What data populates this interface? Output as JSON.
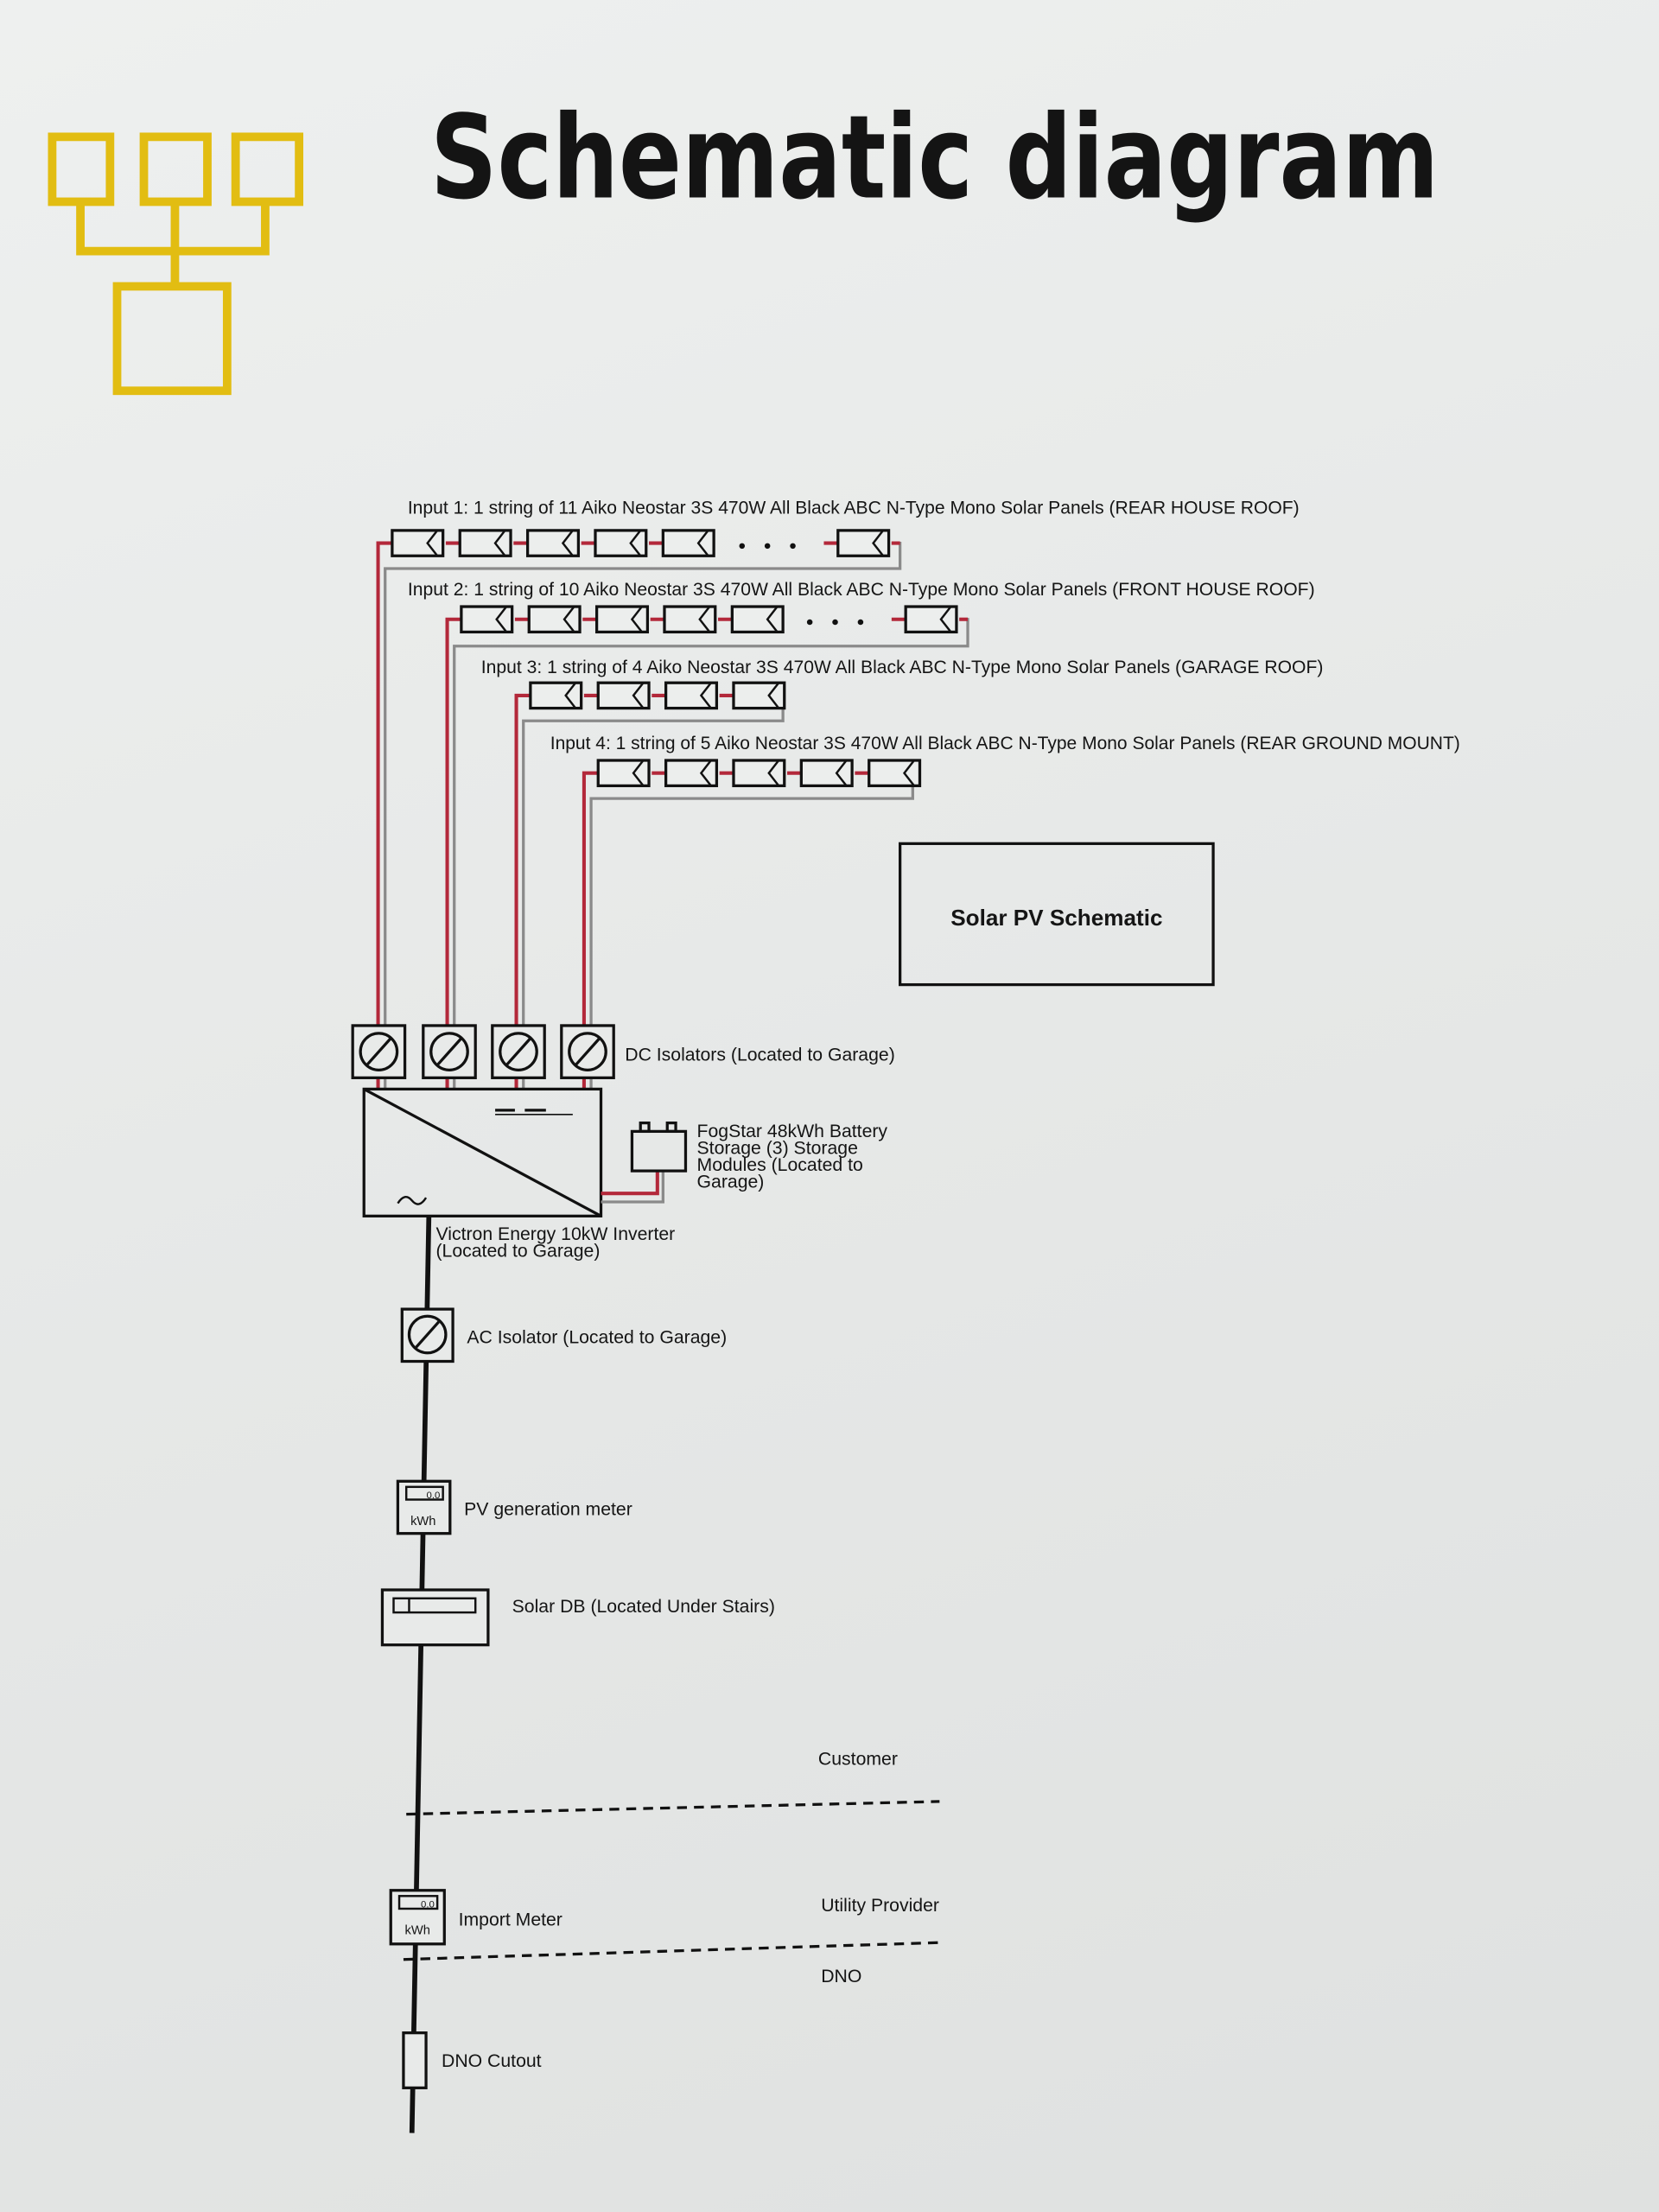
{
  "title": "Schematic diagram",
  "colors": {
    "logo": "#e2bd12",
    "positive": "#b3283a",
    "negative": "#8a8a8a",
    "line": "#111111"
  },
  "strings": [
    {
      "label": "Input 1: 1 string of 11 Aiko Neostar 3S 470W All Black ABC N-Type Mono Solar Panels (REAR HOUSE ROOF)",
      "panel_count": 11
    },
    {
      "label": "Input 2: 1 string of 10 Aiko Neostar 3S 470W All Black ABC N-Type Mono Solar Panels (FRONT HOUSE ROOF)",
      "panel_count": 10
    },
    {
      "label": "Input 3: 1 string of 4 Aiko Neostar 3S 470W All Black ABC N-Type Mono Solar Panels (GARAGE ROOF)",
      "panel_count": 4
    },
    {
      "label": "Input 4: 1 string of 5 Aiko Neostar 3S 470W All Black ABC N-Type Mono Solar Panels (REAR GROUND MOUNT)",
      "panel_count": 5
    }
  ],
  "schematic_box": "Solar PV Schematic",
  "dc_isolators": "DC Isolators (Located to Garage)",
  "battery": [
    "FogStar 48kWh Battery",
    "Storage (3) Storage",
    "Modules (Located to",
    "Garage)"
  ],
  "inverter": [
    "Victron Energy 10kW Inverter",
    "(Located to Garage)"
  ],
  "ac_isolator": "AC Isolator (Located to Garage)",
  "pv_meter": {
    "label": "PV generation meter",
    "reading": "0.0",
    "unit": "kWh"
  },
  "solar_db": "Solar DB (Located Under Stairs)",
  "customer": "Customer",
  "utility": "Utility Provider",
  "dno": "DNO",
  "import_meter": {
    "label": "Import Meter",
    "reading": "0.0",
    "unit": "kWh"
  },
  "dno_cutout": "DNO Cutout"
}
